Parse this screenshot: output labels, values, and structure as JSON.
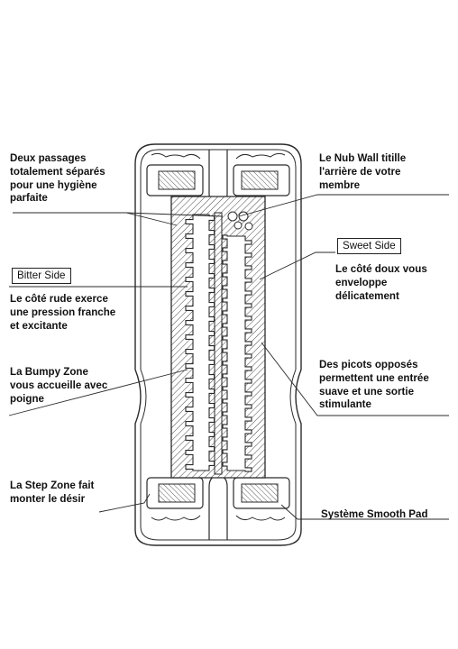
{
  "callouts": {
    "passages": {
      "lines": [
        "Deux passages",
        "totalement séparés",
        "pour une hygiène",
        "parfaite"
      ]
    },
    "nub_wall": {
      "lines": [
        "Le Nub Wall titille",
        "l'arrière de votre",
        "membre"
      ]
    },
    "bitter_side": {
      "tag": "Bitter Side",
      "lines": [
        "Le côté rude exerce",
        "une pression franche",
        "et excitante"
      ]
    },
    "sweet_side": {
      "tag": "Sweet Side",
      "lines": [
        "Le côté doux vous",
        "enveloppe",
        "délicatement"
      ]
    },
    "bumpy_zone": {
      "lines": [
        "La Bumpy Zone",
        "vous accueille avec",
        "poigne"
      ]
    },
    "picots": {
      "lines": [
        "Des picots opposés",
        "permettent une entrée",
        "suave et une sortie",
        "stimulante"
      ]
    },
    "step_zone": {
      "lines": [
        "La Step Zone fait",
        "monter le désir"
      ]
    },
    "smooth_pad": {
      "lines": [
        "Système Smooth Pad"
      ]
    }
  },
  "colors": {
    "ink": "#111111",
    "line": "#2a2a2a",
    "background": "#ffffff",
    "hatch_fill": "#ffffff"
  }
}
